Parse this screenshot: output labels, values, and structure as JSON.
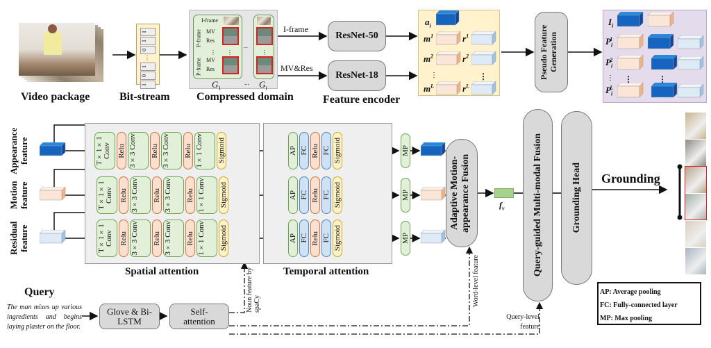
{
  "top": {
    "video_package_label": "Video package",
    "bitstream_label": "Bit-stream",
    "bitstream_bits_top": [
      "1",
      "1",
      "0"
    ],
    "bitstream_bits_bottom": [
      "1",
      "0",
      "1"
    ],
    "compressed_domain_label": "Compressed domain",
    "iframe_label": "I-frame",
    "pframe_label": "P-frame",
    "mv_label": "MV",
    "res_label": "Res",
    "group_first": "G",
    "group_first_sub": "1",
    "group_last": "G",
    "group_last_sub": "i",
    "ellipsis": "...",
    "arrow_iframe": "I-frame",
    "arrow_mvres": "MV&Res",
    "resnet50": "ResNet-50",
    "resnet18": "ResNet-18",
    "feature_encoder_label": "Feature encoder",
    "features": {
      "a": "a",
      "a_sub": "i",
      "m": "m",
      "r": "r",
      "sup": [
        "1",
        "2",
        "L"
      ]
    },
    "pseudo_feature": "Pseudo Feature Generation",
    "pseudo": {
      "I": "I",
      "I_sub": "i",
      "P": "P",
      "P_sub": "i",
      "sup": [
        "1",
        "2",
        "L"
      ]
    }
  },
  "middle": {
    "rows": [
      {
        "name": "Appearance feature",
        "color": "#1565c0"
      },
      {
        "name": "Motion feature",
        "color": "#fbe5d6"
      },
      {
        "name": "Residual feature",
        "color": "#deebf7"
      }
    ],
    "spatial_blocks": [
      "T×1×1 Conv",
      "Relu",
      "3×3 Conv",
      "Relu",
      "3×3 Conv",
      "Relu",
      "1×1 Conv",
      "Sigmoid"
    ],
    "spatial_label": "Spatial attention",
    "temporal_blocks": [
      "AP",
      "FC",
      "Relu",
      "FC",
      "Sigmoid"
    ],
    "temporal_label": "Temporal attention",
    "mp_label": "MP",
    "fusion_label": "Adaptive Motion-appearance Fusion",
    "fv_label": "f",
    "fv_sub": "v",
    "query_fusion_label": "Query-guided Multi-modal Fusion",
    "grounding_head_label": "Grounding Head",
    "grounding_label": "Grounding"
  },
  "bottom": {
    "query_title": "Query",
    "query_text": "The man mixes up various ingredients and begins laying plaster on the floor.",
    "glove_label": "Glove & Bi-LSTM",
    "self_attention_label": "Self-attention",
    "noun_feature_label": "Noun feature by spaCy",
    "word_level_label": "Word-level feature",
    "query_level_label": "Query-level feature"
  },
  "legend": {
    "items": [
      "AP: Average pooling",
      "FC: Fully-connected layer",
      "MP: Max pooling"
    ]
  },
  "colors": {
    "appearance": "#1565c0",
    "motion": "#fbe5d6",
    "residual": "#deebf7",
    "encoder_bg": "#fff2cc",
    "pseudo_bg": "#e4dcec",
    "compressed_bg": "#e6e6e6",
    "group_bg": "#e2efd9",
    "attention_bg": "#efefef",
    "fv": "#a9d18e",
    "highlight": "#e02020"
  }
}
